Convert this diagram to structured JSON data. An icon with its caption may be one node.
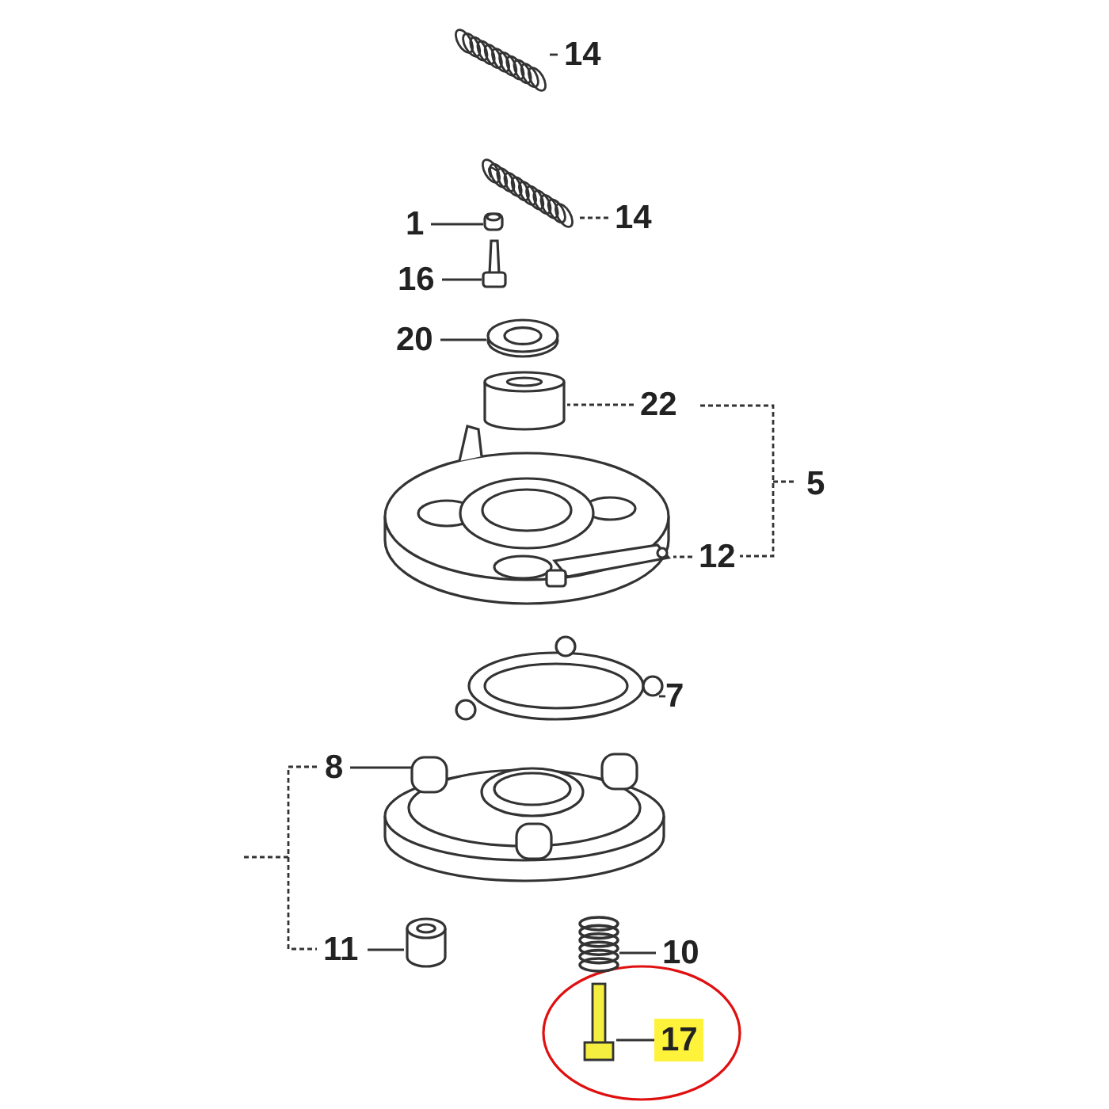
{
  "diagram": {
    "nodes": [
      {
        "text": [
          "14"
        ]
      },
      {
        "text": [],
        "shape": "picture"
      },
      {
        "text": [
          "14"
        ]
      },
      {
        "text": [],
        "shape": "picture"
      },
      {
        "text": [
          "1"
        ]
      },
      {
        "text": [],
        "shape": "picture"
      },
      {
        "text": [
          "16"
        ]
      },
      {
        "text": [],
        "shape": "picture"
      },
      {
        "text": [
          "20"
        ]
      },
      {
        "text": [],
        "shape": "picture"
      },
      {
        "text": [
          "22"
        ]
      },
      {
        "text": [],
        "shape": "cylinder"
      },
      {
        "text": [
          "12"
        ]
      },
      {
        "text": [],
        "shape": "picture"
      },
      {
        "text": [
          "7"
        ]
      },
      {
        "text": [],
        "shape": "picture"
      },
      {
        "text": [
          "8"
        ]
      },
      {
        "text": [],
        "shape": "picture"
      },
      {
        "text": [
          "11"
        ]
      },
      {
        "text": [],
        "shape": "cylinder"
      },
      {
        "text": [
          "10"
        ]
      },
      {
        "text": [],
        "shape": "picture"
      },
      {
        "text": [
          "17"
        ]
      },
      {
        "text": [],
        "shape": "picture"
      }
    ],
    "edges": [
      {
        "from": 0,
        "to": 1,
        "arrow": "none"
      },
      {
        "from": 2,
        "to": 3,
        "arrow": "none",
        "style": "dashed"
      },
      {
        "from": 4,
        "to": 5,
        "arrow": "none"
      },
      {
        "from": 6,
        "to": 7,
        "arrow": "none"
      },
      {
        "from": 8,
        "to": 9,
        "arrow": "none"
      },
      {
        "from": 10,
        "to": 11,
        "arrow": "none",
        "style": "dashed"
      },
      {
        "from": 12,
        "to": 13,
        "arrow": "none",
        "style": "dashed"
      },
      {
        "from": 14,
        "to": 15,
        "arrow": "none"
      },
      {
        "from": 16,
        "to": 17,
        "arrow": "none"
      },
      {
        "from": 18,
        "to": 19,
        "arrow": "none"
      },
      {
        "from": 20,
        "to": 21,
        "arrow": "none"
      },
      {
        "from": 22,
        "to": 23,
        "arrow": "none"
      }
    ],
    "labels": [
      "5"
    ]
  }
}
